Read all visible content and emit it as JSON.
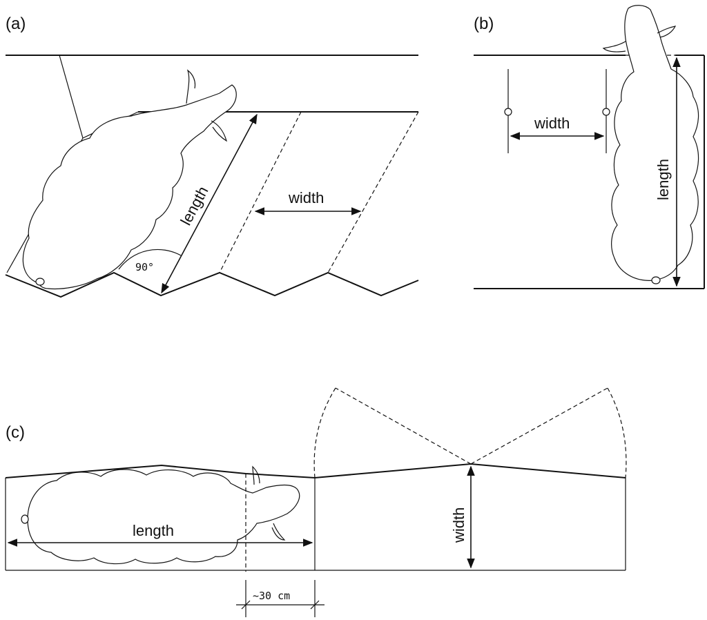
{
  "panels": {
    "a": {
      "label": "(a)",
      "length_label": "length",
      "width_label": "width",
      "angle_label": "90°"
    },
    "b": {
      "label": "(b)",
      "width_label": "width",
      "length_label": "length"
    },
    "c": {
      "label": "(c)",
      "length_label": "length",
      "width_label": "width",
      "offset_label": "~30 cm"
    }
  }
}
